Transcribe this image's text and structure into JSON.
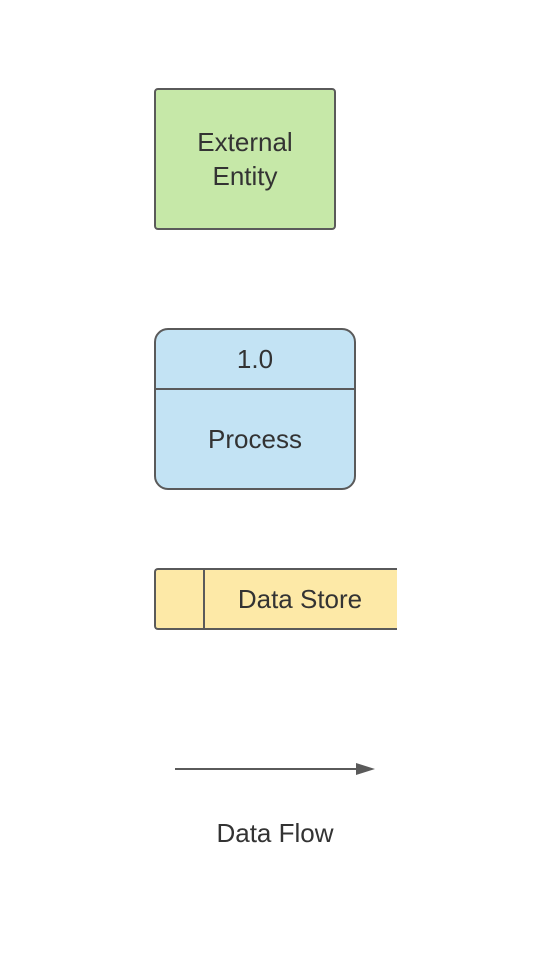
{
  "diagram": {
    "entity": {
      "label": "External Entity"
    },
    "process": {
      "id": "1.0",
      "name": "Process"
    },
    "store": {
      "id": "",
      "name": "Data Store"
    },
    "flow": {
      "label": "Data Flow"
    }
  },
  "colors": {
    "entity_fill": "#c6e8a8",
    "process_fill": "#c3e3f4",
    "store_fill": "#fde9a7",
    "stroke": "#5a5a5a",
    "text": "#333333"
  }
}
